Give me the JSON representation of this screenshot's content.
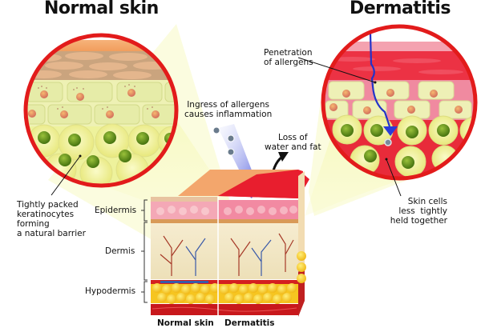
{
  "titles": {
    "left": "Normal skin",
    "right": "Dermatitis"
  },
  "annotations": {
    "penetration": [
      "Penetration",
      "of allergens"
    ],
    "ingress": [
      "Ingress of allergens",
      "causes inflammation"
    ],
    "loss": [
      "Loss of",
      "water and fat"
    ],
    "tightly": [
      "Tightly packed",
      "keratinocytes",
      "forming",
      "a natural barrier"
    ],
    "skin_cells": [
      "Skin cells",
      "less  tightly",
      "held together"
    ]
  },
  "layers": {
    "epidermis": "Epidermis",
    "dermis": "Dermis",
    "hypodermis": "Hypodermis"
  },
  "block_labels": {
    "left": "Normal skin",
    "right": "Dermatitis"
  },
  "colors": {
    "ring": "#e21b1b",
    "cell_yellow": "#f3f2a0",
    "nucleus_green": "#5e8f12",
    "skin_orange": "#f2a868",
    "inflamed_red": "#ec2a3a",
    "allergen_arrow": "#3a48d8",
    "fat_yellow": "#f7c820",
    "highlight_cone": "#f6f7b4"
  }
}
